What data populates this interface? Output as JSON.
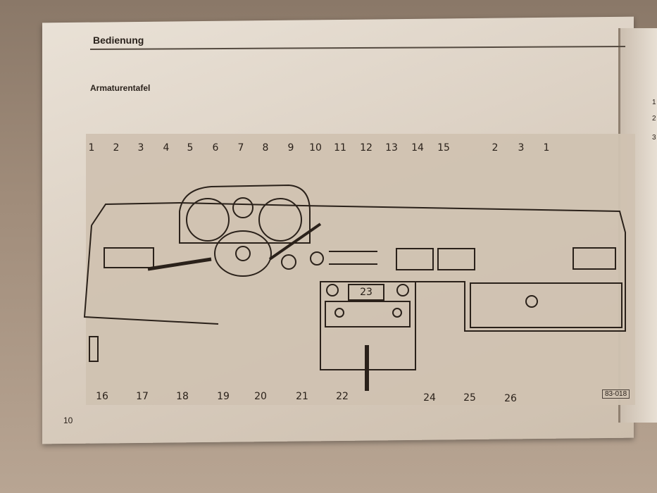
{
  "chapter_title": "Bedienung",
  "section_title": "Armaturentafel",
  "page_number": "10",
  "figure_code": "83-018",
  "callouts_top": [
    "1",
    "2",
    "3",
    "4",
    "5",
    "6",
    "7",
    "8",
    "9",
    "10",
    "11",
    "12",
    "13",
    "14",
    "15",
    "2",
    "3",
    "1"
  ],
  "callouts_bottom": [
    "16",
    "17",
    "18",
    "19",
    "20",
    "21",
    "22",
    "24",
    "25",
    "26"
  ],
  "radio_label": "23",
  "right_page_numbers": [
    "1",
    "2",
    "3"
  ],
  "colors": {
    "ink": "#2a211a",
    "paper": "#d9cdbf"
  }
}
